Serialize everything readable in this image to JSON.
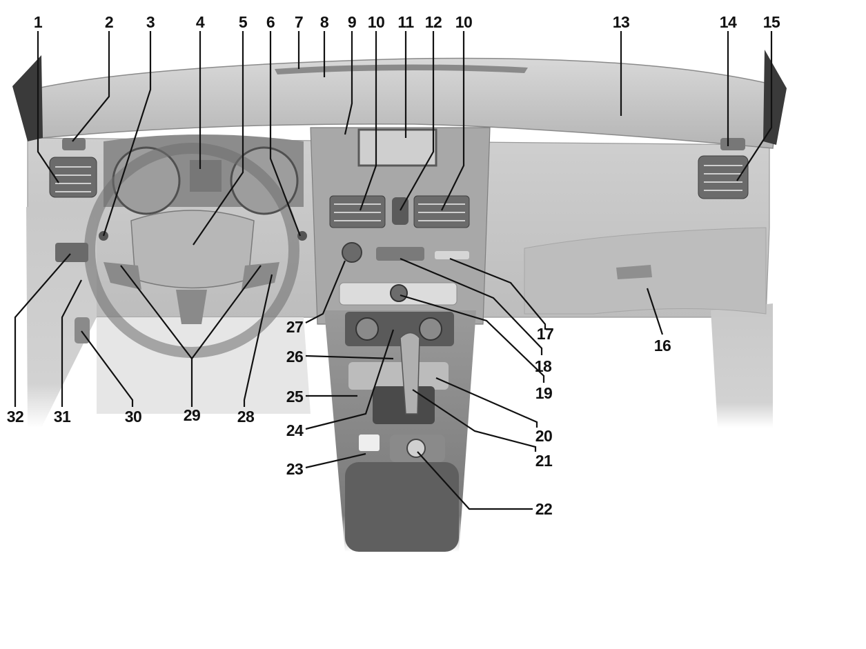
{
  "diagram": {
    "callouts": [
      {
        "id": "c1",
        "label": "1"
      },
      {
        "id": "c2",
        "label": "2"
      },
      {
        "id": "c3",
        "label": "3"
      },
      {
        "id": "c4",
        "label": "4"
      },
      {
        "id": "c5",
        "label": "5"
      },
      {
        "id": "c6",
        "label": "6"
      },
      {
        "id": "c7",
        "label": "7"
      },
      {
        "id": "c8",
        "label": "8"
      },
      {
        "id": "c9",
        "label": "9"
      },
      {
        "id": "c10a",
        "label": "10"
      },
      {
        "id": "c11",
        "label": "11"
      },
      {
        "id": "c12",
        "label": "12"
      },
      {
        "id": "c10b",
        "label": "10"
      },
      {
        "id": "c13",
        "label": "13"
      },
      {
        "id": "c14",
        "label": "14"
      },
      {
        "id": "c15",
        "label": "15"
      },
      {
        "id": "c16",
        "label": "16"
      },
      {
        "id": "c17",
        "label": "17"
      },
      {
        "id": "c18",
        "label": "18"
      },
      {
        "id": "c19",
        "label": "19"
      },
      {
        "id": "c20",
        "label": "20"
      },
      {
        "id": "c21",
        "label": "21"
      },
      {
        "id": "c22",
        "label": "22"
      },
      {
        "id": "c23",
        "label": "23"
      },
      {
        "id": "c24",
        "label": "24"
      },
      {
        "id": "c25",
        "label": "25"
      },
      {
        "id": "c26",
        "label": "26"
      },
      {
        "id": "c27",
        "label": "27"
      },
      {
        "id": "c28",
        "label": "28"
      },
      {
        "id": "c29",
        "label": "29"
      },
      {
        "id": "c30",
        "label": "30"
      },
      {
        "id": "c31",
        "label": "31"
      },
      {
        "id": "c32",
        "label": "32"
      }
    ],
    "colors": {
      "dashboard": "#c4c4c4",
      "dashboard_dark": "#6a6a6a",
      "label": "#111111",
      "background": "#ffffff"
    }
  }
}
